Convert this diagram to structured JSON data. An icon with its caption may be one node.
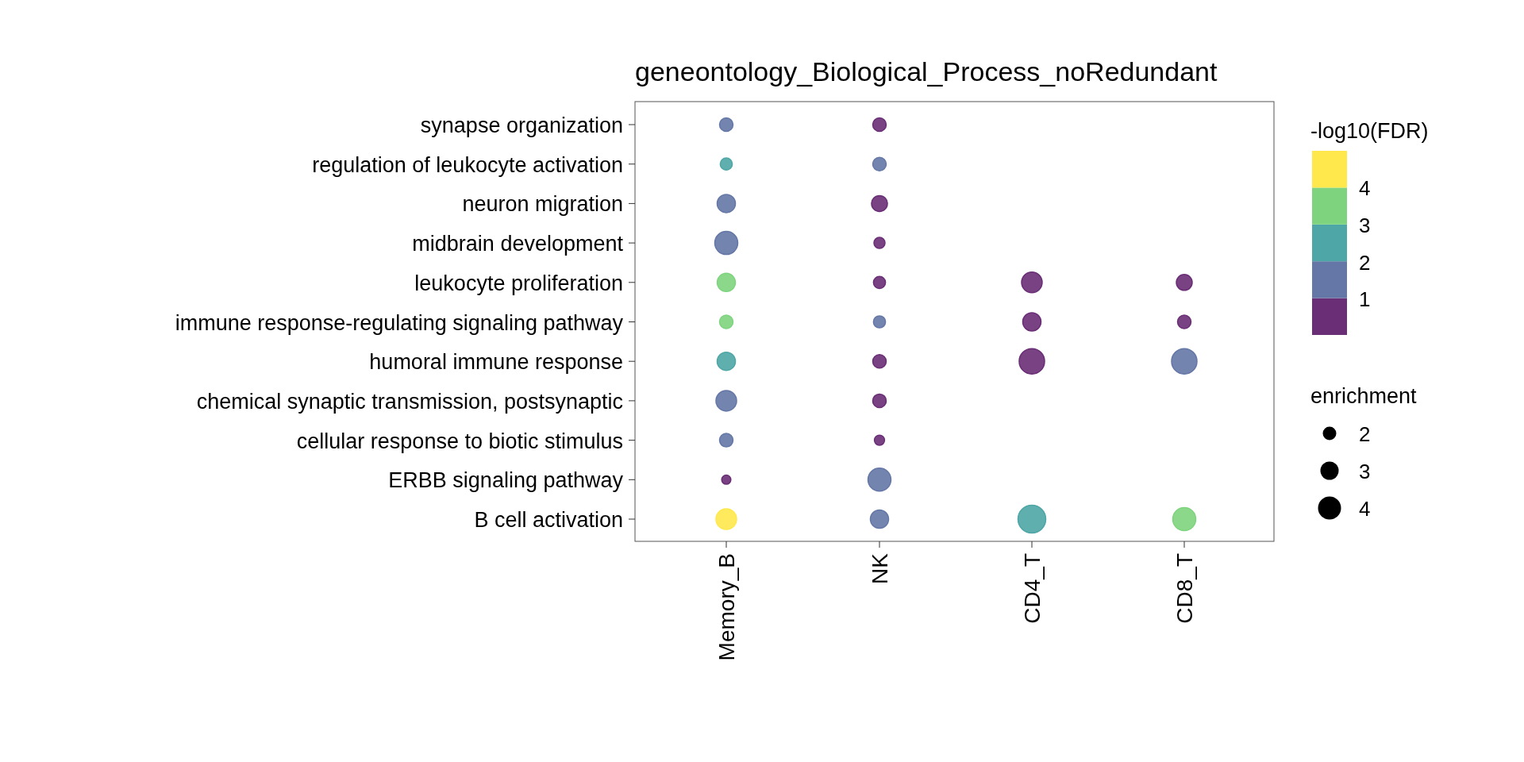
{
  "diagram": {
    "title": "geneontology_Biological_Process_noRedundant",
    "nodes": [
      {
        "text": [],
        "shape": "circle"
      },
      {
        "text": [],
        "shape": "circle"
      },
      {
        "text": [],
        "shape": "circle"
      },
      {
        "text": [],
        "shape": "circle"
      },
      {
        "text": [],
        "shape": "circle"
      },
      {
        "text": [],
        "shape": "circle"
      },
      {
        "text": [],
        "shape": "circle"
      },
      {
        "text": [],
        "shape": "circle"
      },
      {
        "text": [],
        "shape": "circle"
      },
      {
        "text": [],
        "shape": "circle"
      },
      {
        "text": [],
        "shape": "circle"
      },
      {
        "text": [],
        "shape": "circle"
      },
      {
        "text": [],
        "shape": "circle"
      },
      {
        "text": [],
        "shape": "circle"
      },
      {
        "text": [],
        "shape": "circle"
      },
      {
        "text": [],
        "shape": "circle"
      },
      {
        "text": [],
        "shape": "circle"
      },
      {
        "text": [],
        "shape": "circle"
      },
      {
        "text": [],
        "shape": "circle"
      },
      {
        "text": [],
        "shape": "circle"
      },
      {
        "text": [],
        "shape": "circle"
      },
      {
        "text": [],
        "shape": "circle"
      },
      {
        "text": [],
        "shape": "circle"
      },
      {
        "text": [],
        "shape": "circle"
      },
      {
        "text": [],
        "shape": "circle"
      },
      {
        "text": [],
        "shape": "circle"
      },
      {
        "text": [],
        "shape": "circle"
      },
      {
        "text": [],
        "shape": "circle"
      },
      {
        "text": [],
        "shape": "circle"
      },
      {
        "text": [],
        "shape": "circle"
      }
    ],
    "labels": [
      "synapse organization",
      "regulation of leukocyte activation",
      "neuron migration",
      "midbrain development",
      "leukocyte proliferation",
      "immune response-regulating signaling pathway",
      "humoral immune response",
      "chemical synaptic transmission, postsynaptic",
      "cellular response to biotic stimulus",
      "ERBB signaling pathway",
      "B cell activation",
      "Memory_B",
      "NK",
      "CD4_T",
      "CD8_T",
      "-log10(FDR)",
      "4",
      "3",
      "2",
      "1",
      "enrichment",
      "2",
      "3",
      "4"
    ]
  }
}
